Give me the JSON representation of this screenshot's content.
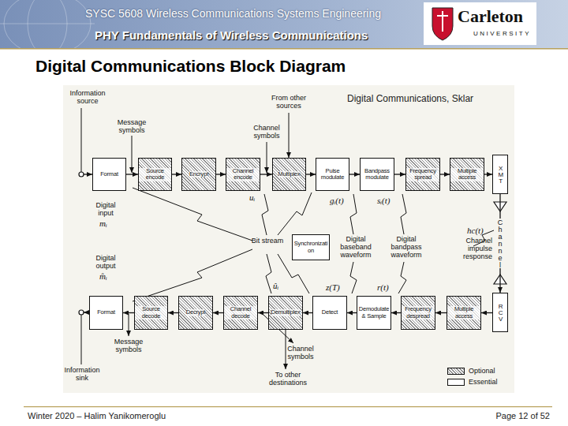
{
  "diagram": {
    "title": "Digital Communications Block Diagram",
    "nodes": [
      {
        "text": [
          "Format"
        ]
      },
      {
        "text": [
          "Source encode"
        ]
      },
      {
        "text": [
          "Encrypt"
        ]
      },
      {
        "text": [
          "Channel encode"
        ]
      },
      {
        "text": [
          "Multiplex"
        ]
      },
      {
        "text": [
          "Pulse modulate"
        ]
      },
      {
        "text": [
          "Bandpass modulate"
        ]
      },
      {
        "text": [
          "Frequency spread"
        ]
      },
      {
        "text": [
          "Multiple access"
        ]
      },
      {
        "text": [
          "XMT"
        ]
      },
      {
        "text": [
          "Synchronization"
        ]
      },
      {
        "text": [
          "Format"
        ]
      },
      {
        "text": [
          "Source decode"
        ]
      },
      {
        "text": [
          "Decrypt"
        ]
      },
      {
        "text": [
          "Channel decode"
        ]
      },
      {
        "text": [
          "Demultiplex"
        ]
      },
      {
        "text": [
          "Detect"
        ]
      },
      {
        "text": [
          "Demodulate & Sample"
        ]
      },
      {
        "text": [
          "Frequency despread"
        ]
      },
      {
        "text": [
          "Multiple access"
        ]
      },
      {
        "text": [
          "RCV"
        ]
      }
    ],
    "edges": [
      {
        "from": 0,
        "to": 1,
        "arrow": "to"
      },
      {
        "from": 1,
        "to": 2,
        "arrow": "to"
      },
      {
        "from": 2,
        "to": 3,
        "arrow": "to"
      },
      {
        "from": 3,
        "to": 4,
        "arrow": "to"
      },
      {
        "from": 4,
        "to": 5,
        "arrow": "to"
      },
      {
        "from": 5,
        "to": 6,
        "arrow": "to"
      },
      {
        "from": 6,
        "to": 7,
        "arrow": "to"
      },
      {
        "from": 7,
        "to": 8,
        "arrow": "to"
      },
      {
        "from": 8,
        "to": 9,
        "arrow": "to"
      },
      {
        "from": 9,
        "to": 20,
        "label": "Channel",
        "arrow": "to"
      },
      {
        "from": 20,
        "to": 19,
        "arrow": "to"
      },
      {
        "from": 19,
        "to": 18,
        "arrow": "to"
      },
      {
        "from": 18,
        "to": 17,
        "arrow": "to"
      },
      {
        "from": 17,
        "to": 16,
        "arrow": "to"
      },
      {
        "from": 16,
        "to": 15,
        "arrow": "to"
      },
      {
        "from": 15,
        "to": 14,
        "arrow": "to"
      },
      {
        "from": 14,
        "to": 13,
        "arrow": "to"
      },
      {
        "from": 13,
        "to": 12,
        "arrow": "to"
      },
      {
        "from": 12,
        "to": 11,
        "arrow": "to"
      }
    ],
    "labels": [
      "SYSC 5608 Wireless Communications Systems Engineering",
      "PHY Fundamentals of Wireless Communications",
      "Carleton",
      "UNIVERSITY",
      "Digital Communications, Sklar",
      "Information source",
      "Message symbols",
      "From other sources",
      "Channel symbols",
      "uᵢ",
      "gᵢ(t)",
      "sᵢ(t)",
      "Digital input",
      "mᵢ",
      "Bit stream",
      "Digital baseband waveform",
      "Digital bandpass waveform",
      "hc(t)",
      "Channel impulse response",
      "Digital output",
      "m̂ᵢ",
      "ûᵢ",
      "z(T)",
      "r(t)",
      "Message symbols",
      "Information sink",
      "Channel symbols",
      "To other destinations",
      "Winter 2020 – Halim Yanikomeroglu",
      "Page 12 of 52"
    ],
    "legend": [
      {
        "text": "Optional"
      },
      {
        "text": "Essential",
        "color": "#ffffff"
      }
    ]
  }
}
